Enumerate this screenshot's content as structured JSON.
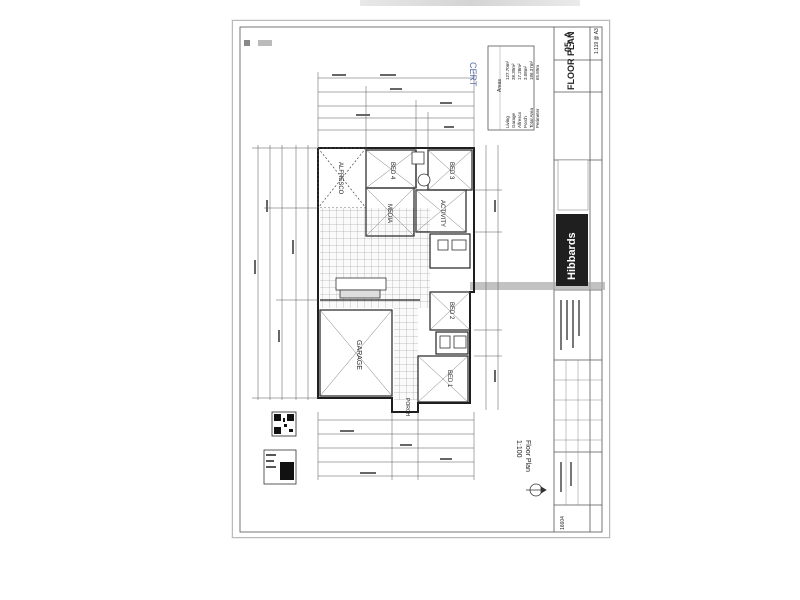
{
  "plan": {
    "title": "Floor Plan",
    "scale": "1:100",
    "drawing_label": "FLOOR PLAN",
    "sheet_no": "05",
    "revision": "A",
    "sheet_size": "1:119 @ A3",
    "stamp_text": "CERT",
    "brand": "Hibbards",
    "job_no": "16604"
  },
  "areas": {
    "heading": "Areas",
    "rows": [
      {
        "label": "Living",
        "value": "127.70m²"
      },
      {
        "label": "Garage",
        "value": "38.30m²"
      },
      {
        "label": "Alfresco",
        "value": "17.28m²"
      },
      {
        "label": "Porch",
        "value": "3.08m²"
      },
      {
        "label": "Total Area",
        "value": "186.37m²"
      },
      {
        "label": "Perimeter",
        "value": "65.89m"
      }
    ]
  },
  "rooms": [
    "BED 4",
    "BED 3",
    "ALFRESCO",
    "MEDIA",
    "ACTIVITY",
    "BED 2",
    "GARAGE",
    "BED 1",
    "PORCH"
  ],
  "colors": {
    "line": "#2b2b2b",
    "light": "#9a9a9a",
    "brand_bg": "#222222",
    "brand_fg": "#ffffff"
  }
}
